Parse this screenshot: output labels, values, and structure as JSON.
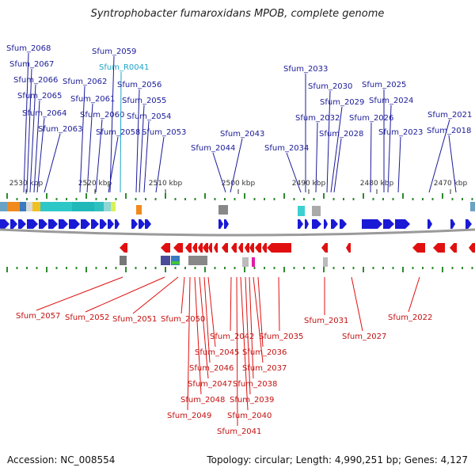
{
  "title": "Syntrophobacter fumaroxidans MPOB, complete genome",
  "footer": {
    "accession": "Accession: NC_008554",
    "summary": "Topology: circular; Length: 4,990,251 bp; Genes: 4,127"
  },
  "colors": {
    "forward_gene": "#1a1ad6",
    "reverse_gene": "#e01010",
    "forward_label": "#1a1a99",
    "reverse_label": "#c41010",
    "rna_label": "#1ea4c9",
    "backbone": "#9a9a9a",
    "tick_marker": "#2e8b2e"
  },
  "scale_ticks": [
    "2530 kbp",
    "2520 kbp",
    "2510 kbp",
    "2500 kbp",
    "2490 kbp",
    "2480 kbp",
    "2470 kbp"
  ],
  "forward_labels": [
    "Sfum_2068",
    "Sfum_2067",
    "Sfum_2066",
    "Sfum_2065",
    "Sfum_2064",
    "Sfum_2063",
    "Sfum_2062",
    "Sfum_2061",
    "Sfum_2060",
    "Sfum_2059",
    "Sfum_R0041",
    "Sfum_2058",
    "Sfum_2056",
    "Sfum_2055",
    "Sfum_2054",
    "Sfum_2053",
    "Sfum_2044",
    "Sfum_2043",
    "Sfum_2034",
    "Sfum_2033",
    "Sfum_2032",
    "Sfum_2030",
    "Sfum_2029",
    "Sfum_2028",
    "Sfum_2026",
    "Sfum_2025",
    "Sfum_2024",
    "Sfum_2023",
    "Sfum_2021",
    "Sfum_2018"
  ],
  "reverse_labels": [
    "Sfum_2057",
    "Sfum_2052",
    "Sfum_2051",
    "Sfum_2050",
    "Sfum_2049",
    "Sfum_2048",
    "Sfum_2047",
    "Sfum_2046",
    "Sfum_2045",
    "Sfum_2042",
    "Sfum_2041",
    "Sfum_2040",
    "Sfum_2039",
    "Sfum_2038",
    "Sfum_2037",
    "Sfum_2036",
    "Sfum_2035",
    "Sfum_2031",
    "Sfum_2027",
    "Sfum_2022"
  ]
}
